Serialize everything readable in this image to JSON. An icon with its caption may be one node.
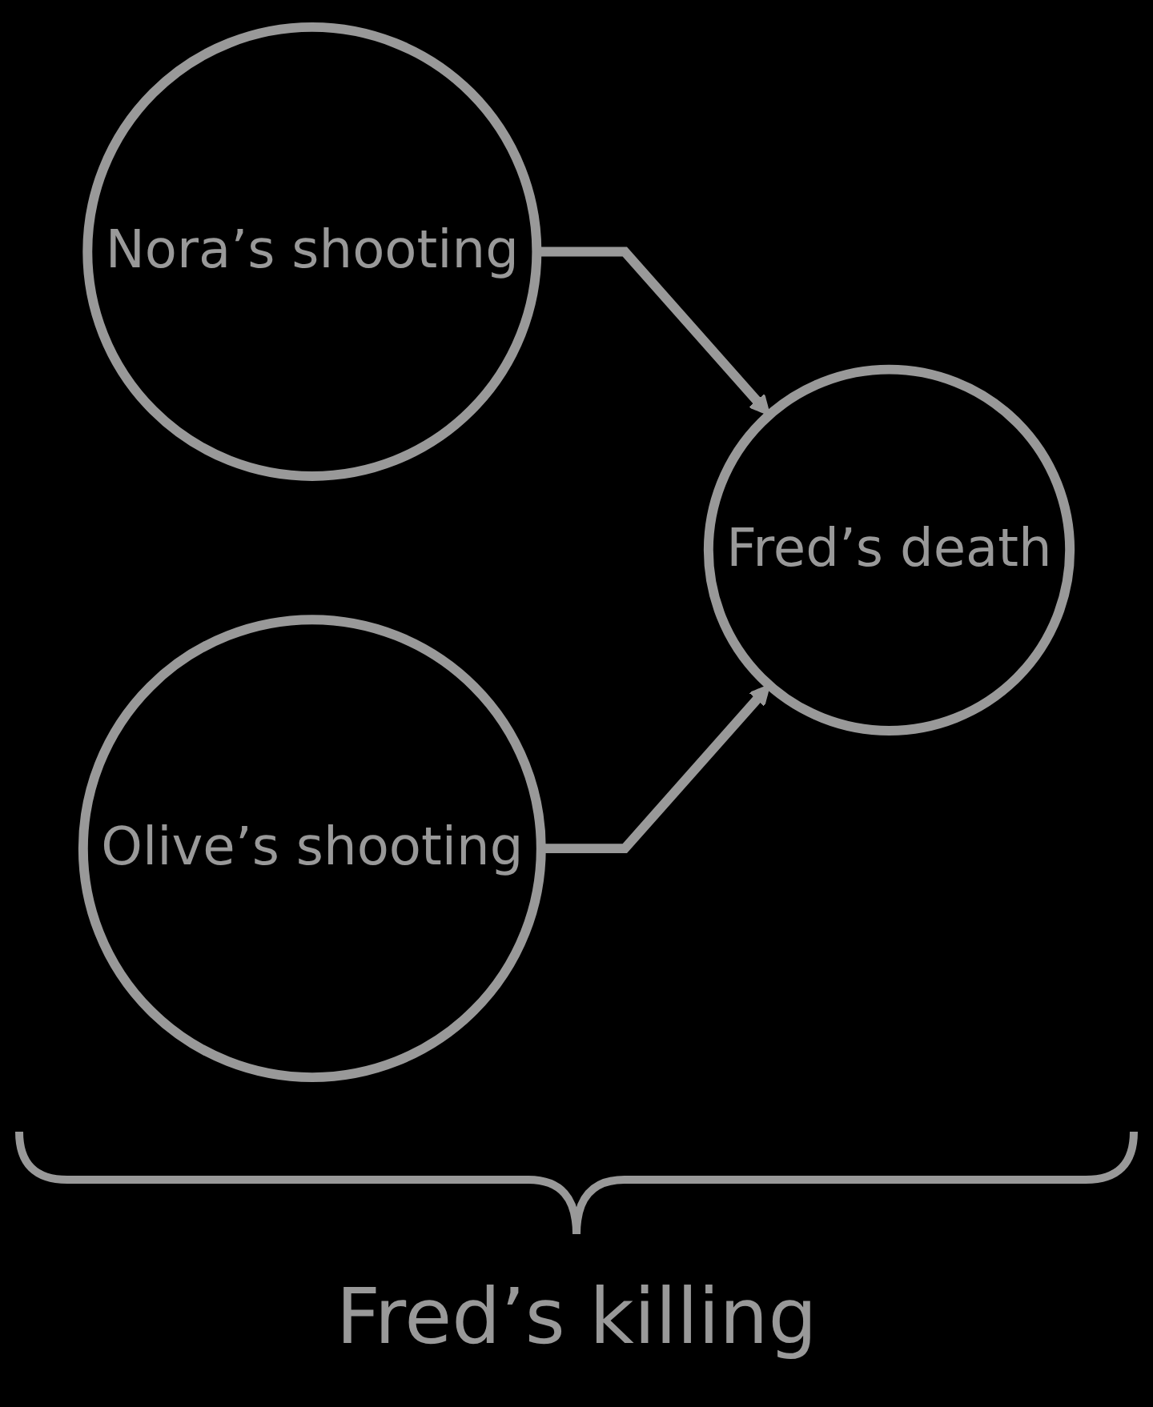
{
  "diagram": {
    "nodes": [
      {
        "text": [
          "Nora’s shooting"
        ]
      },
      {
        "text": [
          "Olive’s shooting"
        ]
      },
      {
        "text": [
          "Fred’s death"
        ]
      }
    ],
    "edges": [
      {
        "from": 0,
        "to": 2,
        "arrow": "to"
      },
      {
        "from": 1,
        "to": 2,
        "arrow": "to"
      }
    ],
    "labels": [
      "Fred’s killing"
    ]
  }
}
